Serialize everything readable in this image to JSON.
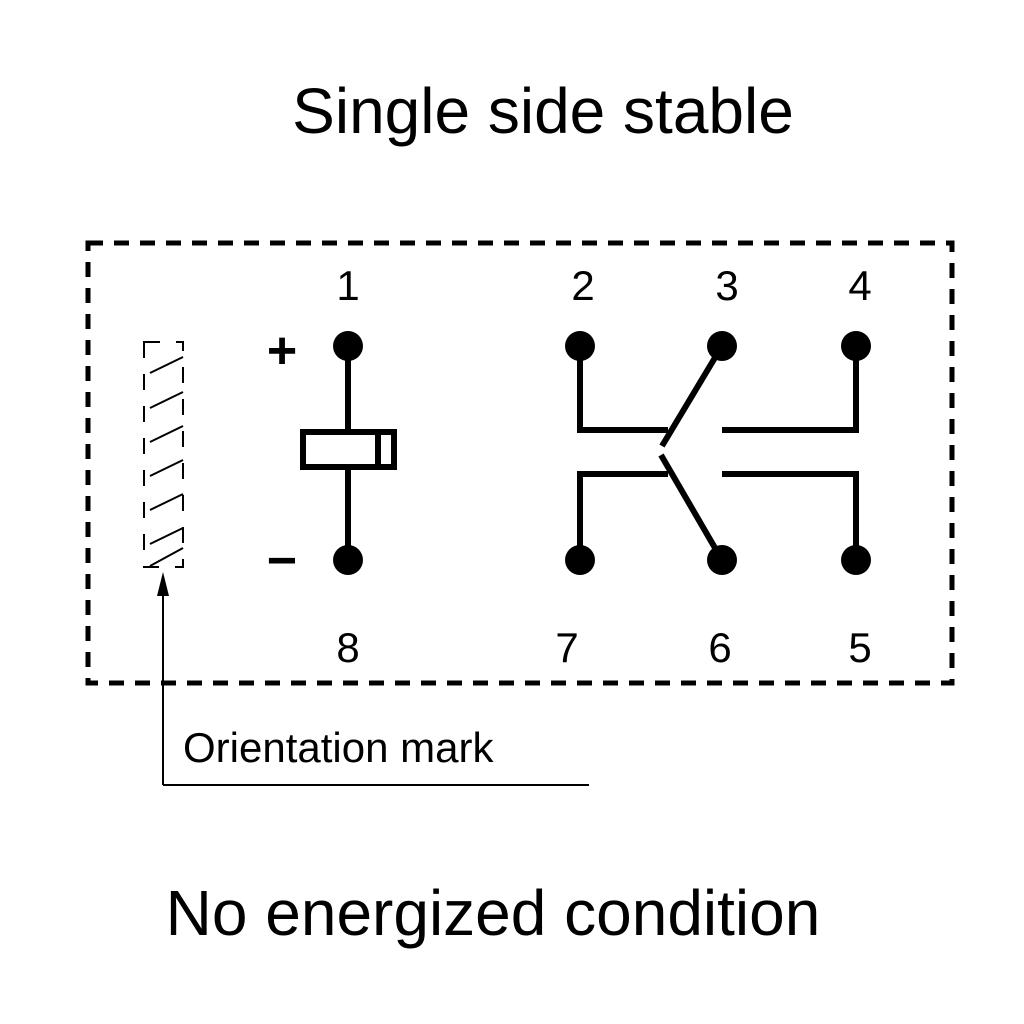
{
  "title": "Single side stable",
  "caption": "No energized condition",
  "orientation_label": "Orientation mark",
  "pins_top": [
    "1",
    "2",
    "3",
    "4"
  ],
  "pins_bottom": [
    "8",
    "7",
    "6",
    "5"
  ],
  "coil_plus": "+",
  "coil_minus": "−",
  "colors": {
    "ink": "#000000",
    "background": "#ffffff"
  }
}
